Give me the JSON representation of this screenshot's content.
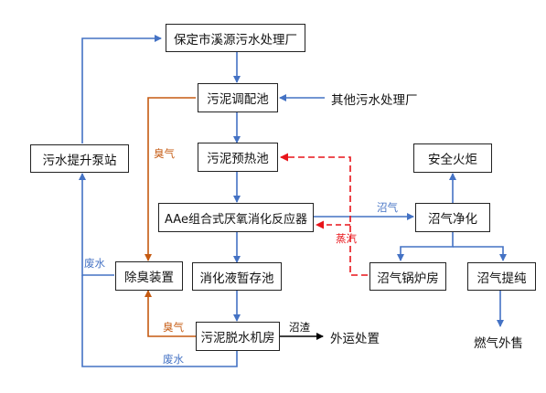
{
  "nodes": {
    "wwtp": "保定市溪源污水处理厂",
    "blending_tank": "污泥调配池",
    "other_wwtp": "其他污水处理厂",
    "lift_pump": "污水提升泵站",
    "preheat_tank": "污泥预热池",
    "safety_flare": "安全火炬",
    "digester": "AAe组合式厌氧消化反应器",
    "biogas_purify": "沼气净化",
    "deodor": "除臭装置",
    "digestate_tank": "消化液暂存池",
    "boiler_room": "沼气锅炉房",
    "biogas_upgrade": "沼气提纯",
    "dewater_room": "污泥脱水机房",
    "external_disposal": "外运处置",
    "gas_sale": "燃气外售"
  },
  "labels": {
    "odor_1": "臭气",
    "odor_2": "臭气",
    "waste_water_1": "废水",
    "waste_water_2": "废水",
    "biogas": "沼气",
    "steam": "蒸汽",
    "sludge_cake": "沼渣"
  },
  "colors": {
    "blue": "#4472c4",
    "orange": "#c55a11",
    "red": "#e8141a",
    "black": "#000000"
  }
}
